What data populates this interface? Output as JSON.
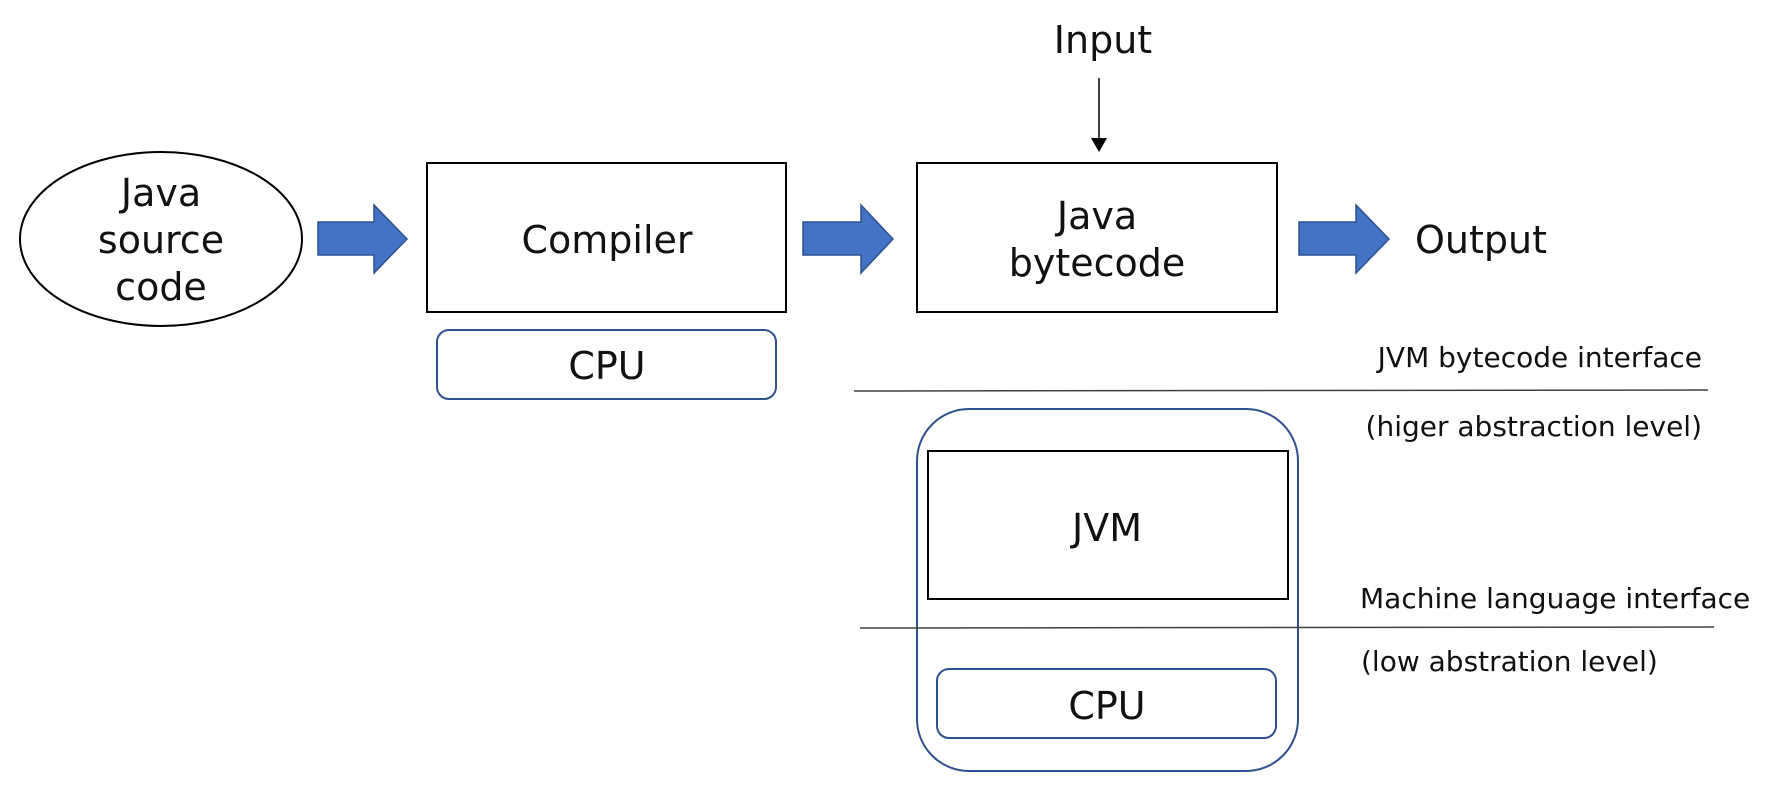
{
  "nodes": {
    "source": {
      "line1": "Java",
      "line2": "source",
      "line3": "code"
    },
    "compiler": {
      "label": "Compiler"
    },
    "compiler_cpu": {
      "label": "CPU"
    },
    "bytecode": {
      "line1": "Java",
      "line2": "bytecode"
    },
    "input": {
      "label": "Input"
    },
    "output": {
      "label": "Output"
    },
    "jvm": {
      "label": "JVM"
    },
    "jvm_cpu": {
      "label": "CPU"
    }
  },
  "interfaces": {
    "bytecode_interface": {
      "title": "JVM bytecode interface",
      "level": "(higer abstraction level)"
    },
    "machine_interface": {
      "title": "Machine language interface",
      "level": "(low abstration level)"
    }
  },
  "colors": {
    "arrow_fill": "#4472C4",
    "arrow_stroke": "#2F528F",
    "container_stroke": "#2F528F",
    "box_stroke": "#000000",
    "line_stroke": "#404040"
  }
}
